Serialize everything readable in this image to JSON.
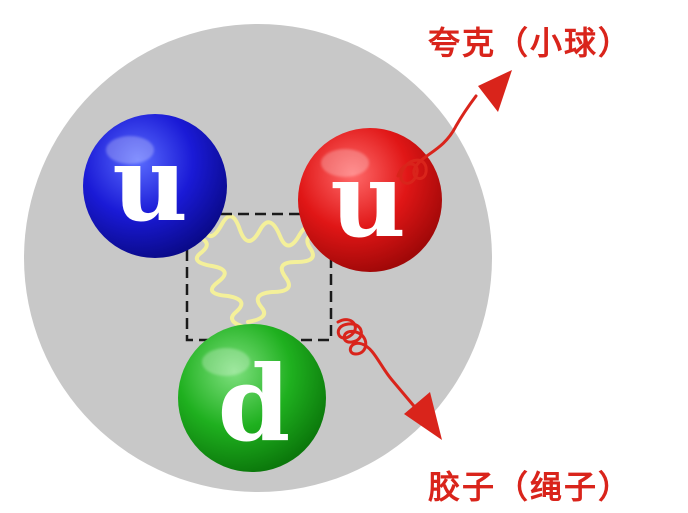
{
  "labels": {
    "quark_caption": "夸克（小球）",
    "gluon_caption": "胶子（绳子）"
  },
  "particles": [
    {
      "id": "up-quark-blue",
      "letter": "u",
      "color": "#1a1ad6"
    },
    {
      "id": "up-quark-red",
      "letter": "u",
      "color": "#e01616"
    },
    {
      "id": "down-quark-green",
      "letter": "d",
      "color": "#1fb01f"
    }
  ],
  "colors": {
    "proton": "#c8c8c8",
    "gluon": "#f4f09a",
    "arrow": "#d9241b",
    "box": "#1a1a1a"
  }
}
